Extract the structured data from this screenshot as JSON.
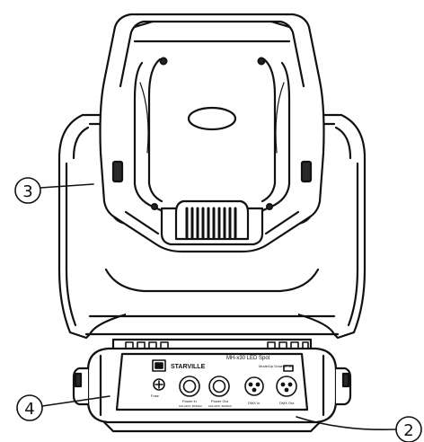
{
  "diagram": {
    "subject": "moving-head-spot-fixture",
    "callouts": {
      "c3": "3",
      "c4": "4",
      "c2": "2"
    },
    "panel": {
      "brand": "STARVILLE",
      "model": "MH-x30 LED Spot",
      "power_in": "Power In",
      "power_in_sub": "100-240V~50/60Hz",
      "power_out": "Power Out",
      "power_out_sub": "100-240V~50/60Hz",
      "dmx_in": "DMX In",
      "dmx_out": "DMX Out",
      "display_label": "Mode/Up Down Enter",
      "fuse": "Fuse"
    },
    "colors": {
      "line": "#111111",
      "fill": "#ffffff",
      "dark": "#2a2a2a"
    }
  }
}
